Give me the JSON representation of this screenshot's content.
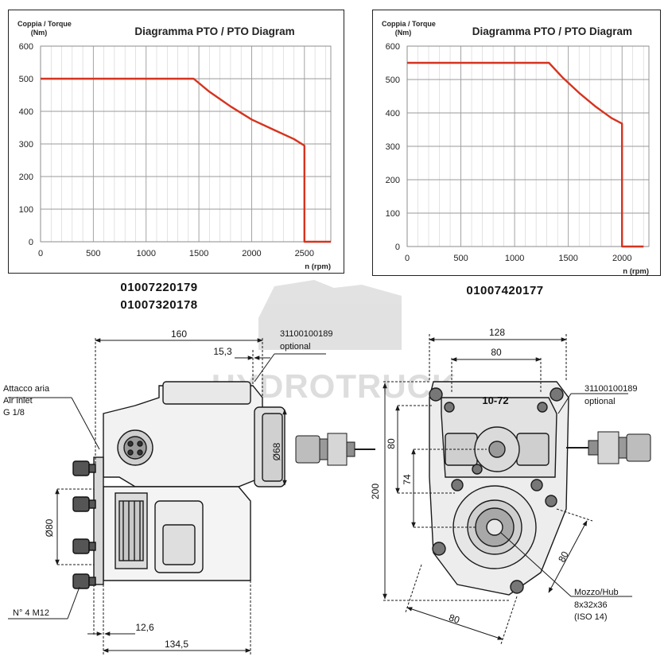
{
  "chart_data": [
    {
      "type": "line",
      "title": "Diagramma PTO / PTO Diagram",
      "ylabel_line1": "Coppia / Torque",
      "ylabel_line2": "(Nm)",
      "xlabel": "n (rpm)",
      "xlim": [
        0,
        2750
      ],
      "ylim": [
        0,
        600
      ],
      "xticks": [
        0,
        500,
        1000,
        1500,
        2000,
        2500
      ],
      "yticks": [
        0,
        100,
        200,
        300,
        400,
        500,
        600
      ],
      "grid": true,
      "series": [
        {
          "x": [
            0,
            1450,
            1600,
            1800,
            2000,
            2200,
            2400,
            2500,
            2500,
            2750
          ],
          "y": [
            500,
            500,
            460,
            415,
            375,
            345,
            315,
            295,
            0,
            0
          ],
          "color": "#d6331f"
        }
      ]
    },
    {
      "type": "line",
      "title": "Diagramma PTO / PTO Diagram",
      "ylabel_line1": "Coppia / Torque",
      "ylabel_line2": "(Nm)",
      "xlabel": "n (rpm)",
      "xlim": [
        0,
        2250
      ],
      "ylim": [
        0,
        600
      ],
      "xticks": [
        0,
        500,
        1000,
        1500,
        2000
      ],
      "yticks": [
        0,
        100,
        200,
        300,
        400,
        500,
        600
      ],
      "grid": true,
      "series": [
        {
          "x": [
            0,
            1320,
            1450,
            1600,
            1750,
            1900,
            2000,
            2000,
            2200
          ],
          "y": [
            550,
            550,
            505,
            460,
            420,
            385,
            368,
            0,
            0
          ],
          "color": "#d6331f"
        }
      ]
    }
  ],
  "part_numbers": {
    "left": [
      "01007220179",
      "01007320178"
    ],
    "right": "01007420177"
  },
  "watermark": "HYDROTRUCK",
  "drawing": {
    "dim_160": "160",
    "dim_15_3": "15,3",
    "dim_68": "Ø68",
    "dim_80_left": "Ø80",
    "dim_12_6": "12,6",
    "dim_134_5": "134,5",
    "air_inlet": [
      "Attacco aria",
      "Air inlet",
      "G 1/8"
    ],
    "bolts": "N° 4 M12",
    "sensor_left": [
      "31100100189",
      "optional"
    ],
    "sensor_right": [
      "31100100189",
      "optional"
    ],
    "dim_128": "128",
    "dim_80_top": "80",
    "model": "10-72",
    "dim_200": "200",
    "dim_80_side": "80",
    "dim_74": "74",
    "dim_80_diag": "80",
    "dim_80_bottom": "80",
    "hub": [
      "Mozzo/Hub",
      "8x32x36",
      "(ISO 14)"
    ],
    "line_color": "#1a1a1a",
    "part_color": "#3c3c3c"
  }
}
